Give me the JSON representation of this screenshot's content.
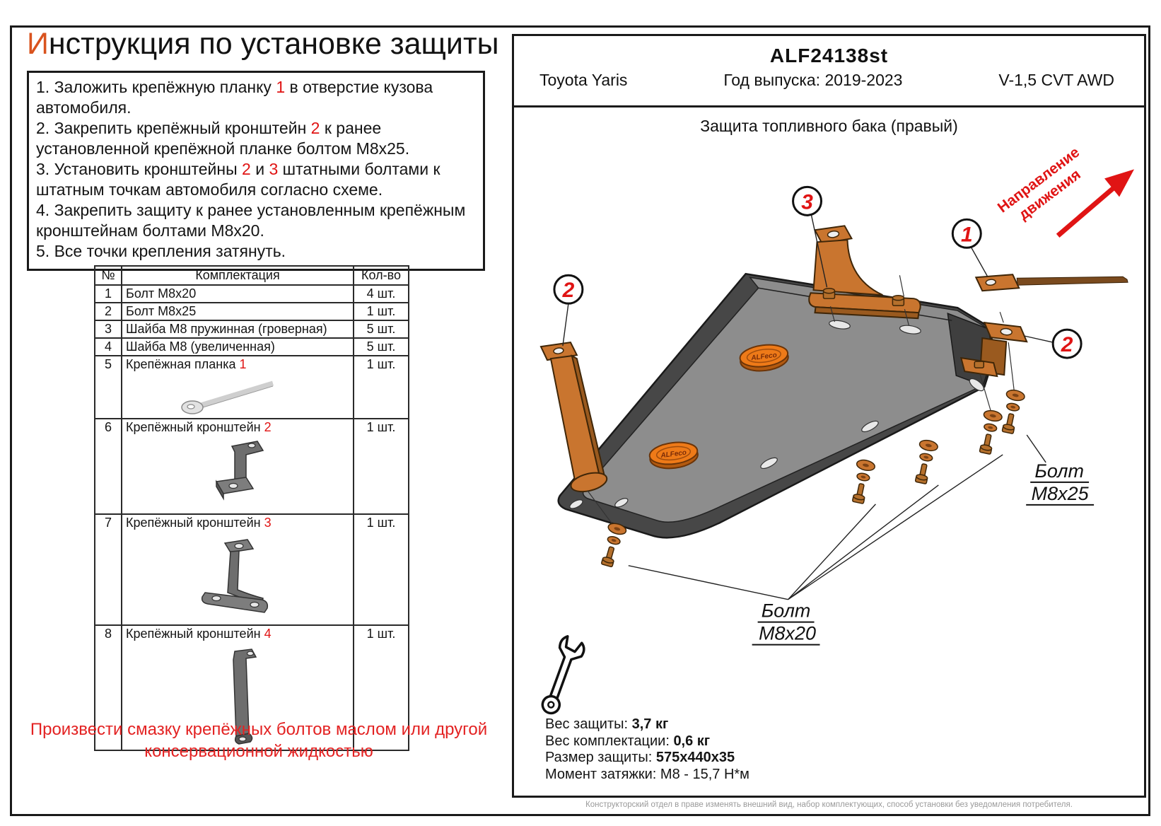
{
  "page": {
    "title_first": "И",
    "title_rest": "нструкция по установке защиты"
  },
  "instructions": {
    "lines": [
      [
        {
          "text": "1. Заложить крепёжную планку "
        },
        {
          "text": "1",
          "red": true
        },
        {
          "text": " в отверстие кузова автомобиля."
        }
      ],
      [
        {
          "text": "2. Закрепить крепёжный кронштейн "
        },
        {
          "text": "2",
          "red": true
        },
        {
          "text": " к ранее установленной крепёжной планке болтом М8х25."
        }
      ],
      [
        {
          "text": "3. Установить кронштейны "
        },
        {
          "text": "2",
          "red": true
        },
        {
          "text": " и "
        },
        {
          "text": "3",
          "red": true
        },
        {
          "text": " штатными болтами к штатным точкам автомобиля согласно схеме."
        }
      ],
      [
        {
          "text": "4. Закрепить защиту к ранее установленным крепёжным кронштейнам болтами М8х20."
        }
      ],
      [
        {
          "text": "5. Все точки крепления затянуть."
        }
      ]
    ]
  },
  "parts_table": {
    "headers": [
      "№",
      "Комплектация",
      "Кол-во"
    ],
    "rows": [
      {
        "num": "1",
        "name": "Болт М8х20",
        "ref": "",
        "qty": "4 шт.",
        "image": ""
      },
      {
        "num": "2",
        "name": "Болт М8х25",
        "ref": "",
        "qty": "1 шт.",
        "image": ""
      },
      {
        "num": "3",
        "name": "Шайба М8 пружинная (гроверная)",
        "ref": "",
        "qty": "5 шт.",
        "image": ""
      },
      {
        "num": "4",
        "name": "Шайба М8 (увеличенная)",
        "ref": "",
        "qty": "5 шт.",
        "image": ""
      },
      {
        "num": "5",
        "name": "Крепёжная планка ",
        "ref": "1",
        "qty": "1 шт.",
        "image": "strap"
      },
      {
        "num": "6",
        "name": "Крепёжный кронштейн ",
        "ref": "2",
        "qty": "1 шт.",
        "image": "bracket_z"
      },
      {
        "num": "7",
        "name": "Крепёжный кронштейн ",
        "ref": "3",
        "qty": "1 шт.",
        "image": "bracket_t"
      },
      {
        "num": "8",
        "name": "Крепёжный кронштейн ",
        "ref": "4",
        "qty": "1 шт.",
        "image": "bracket_long"
      }
    ]
  },
  "lubrication_note": "Произвести смазку крепёжных болтов маслом или другой консервационной жидкостью",
  "panel": {
    "part_number": "ALF24138st",
    "vehicle": "Toyota Yaris",
    "year_label": "Год выпуска: 2019-2023",
    "engine": "V-1,5 CVT AWD",
    "subtitle": "Защита топливного бака (правый)",
    "direction_line1": "Направление",
    "direction_line2": "движения",
    "callout_1": "1",
    "callout_2": "2",
    "callout_3": "3",
    "bolt_m8x25_line1": "Болт",
    "bolt_m8x25_line2": "М8х25",
    "bolt_m8x20_line1": "Болт",
    "bolt_m8x20_line2": "М8х20",
    "logo_text": "ALFeco",
    "specs": [
      {
        "label": "Вес защиты: ",
        "value": "3,7 кг",
        "bold": true
      },
      {
        "label": "Вес комплектации: ",
        "value": "0,6 кг",
        "bold": true
      },
      {
        "label": "Размер защиты: ",
        "value": "575х440х35",
        "bold": true
      },
      {
        "label": "Момент затяжки:  ",
        "value": "М8 - 15,7 Н*м",
        "bold": false
      }
    ],
    "disclaimer": "Конструкторский отдел в праве изменять внешний вид, набор комплектующих, способ установки без уведомления потребителя."
  },
  "colors": {
    "accent_red": "#e01414",
    "title_accent": "#d9531e",
    "bracket_orange": "#c9752f",
    "logo_orange": "#ee7a18",
    "plate_grey": "#8d8d8d",
    "plate_dark": "#474747"
  }
}
